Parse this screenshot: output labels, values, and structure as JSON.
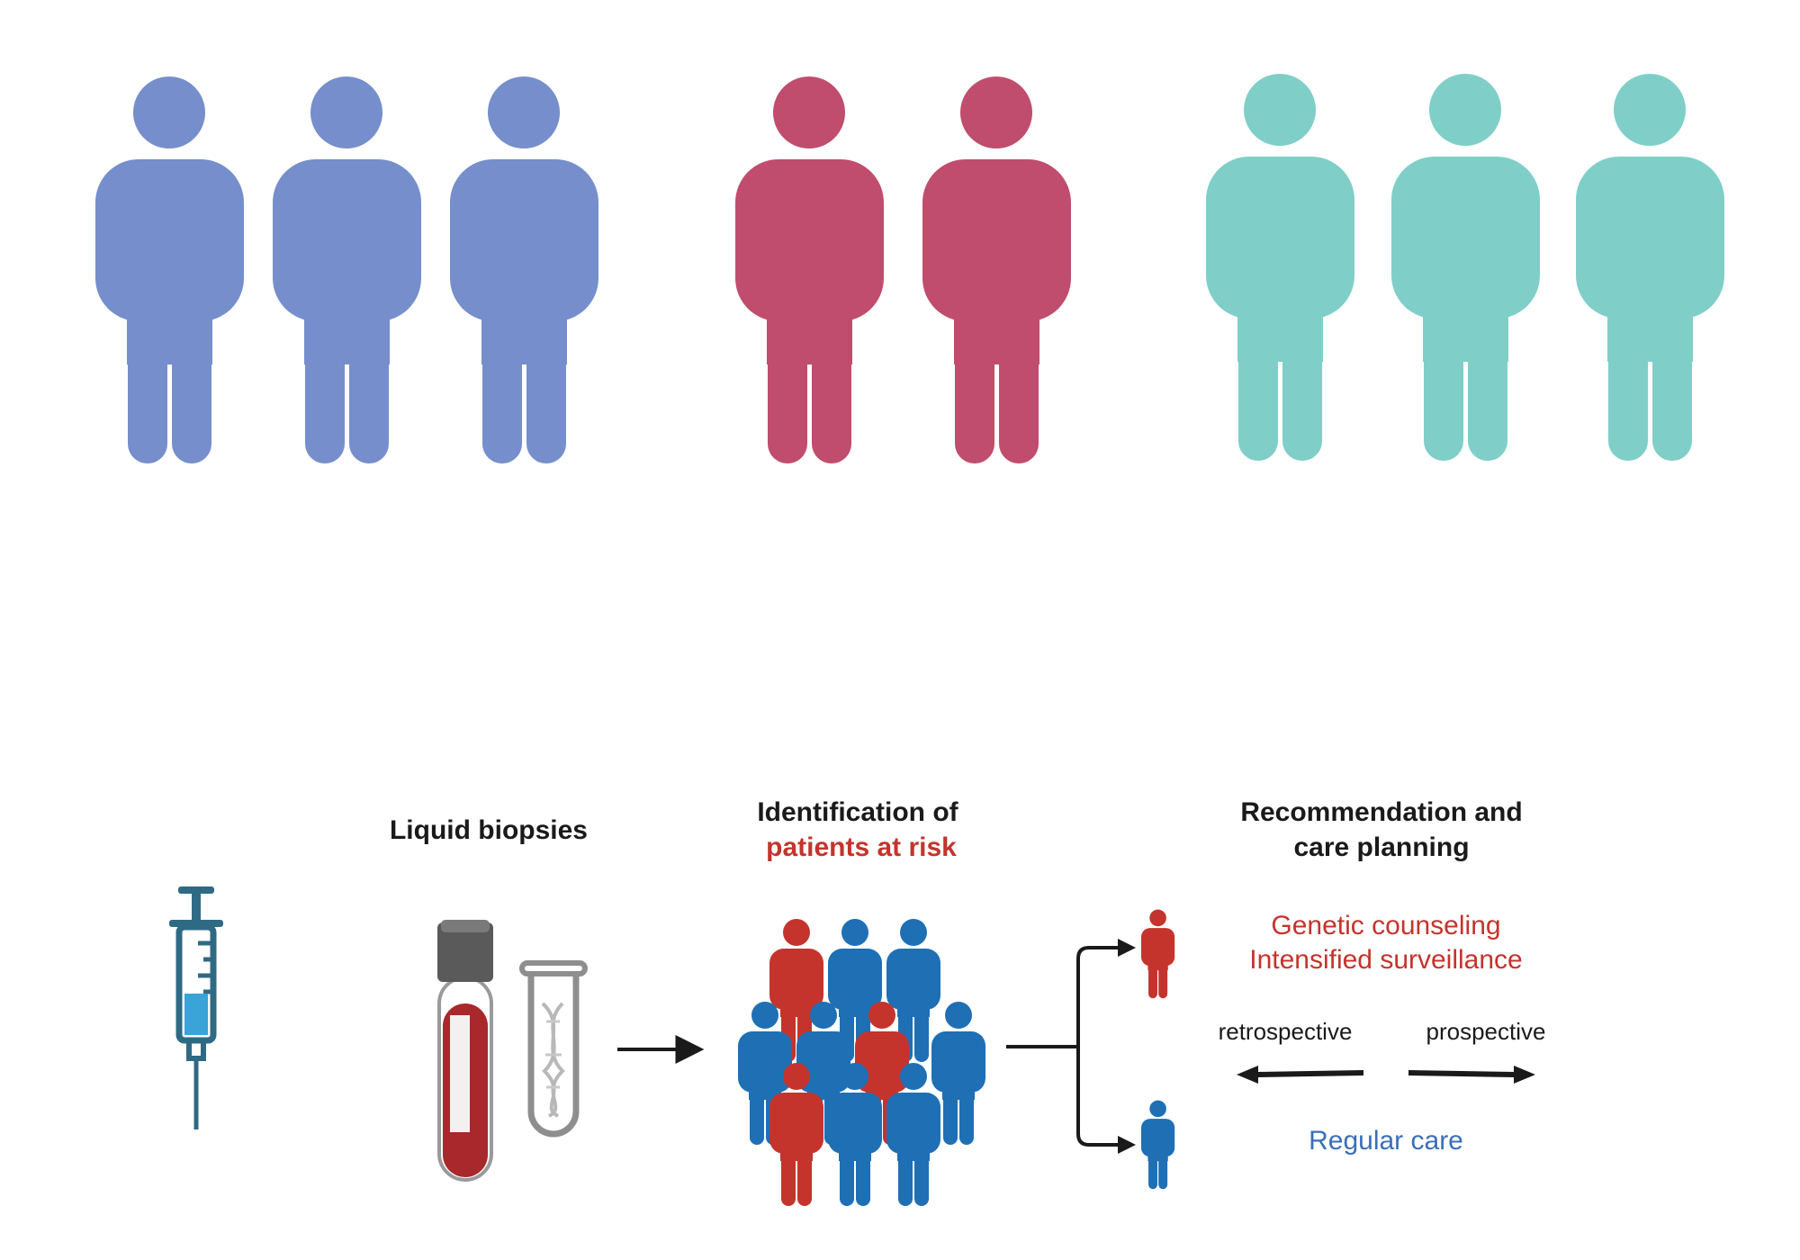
{
  "colors": {
    "group_a": "#768ecb",
    "group_b": "#c04d6d",
    "group_c": "#7fcfc8",
    "risk_red": "#c4342d",
    "care_blue": "#1f6fb5",
    "regular_blue": "#3a6fb8",
    "dark": "#1a1a1a",
    "syringe": "#2f6a84",
    "syringe_fill": "#3aa3d8",
    "tube_cap": "#5a5a5a",
    "blood": "#a8282c",
    "tube_gray": "#8e8e8e"
  },
  "top_groups": [
    {
      "name": "group-a",
      "count": 3
    },
    {
      "name": "group-b",
      "count": 2
    },
    {
      "name": "group-c",
      "count": 3
    }
  ],
  "icons": {
    "syringe": "syringe-icon",
    "blood_tube": "blood-tube-icon",
    "dna_tube": "dna-tube-icon",
    "crowd": "patient-crowd-icon"
  },
  "labels": {
    "liquid_biopsies": "Liquid biopsies",
    "identification_line1": "Identification of",
    "identification_line2": "patients at risk",
    "recommendation_line1": "Recommendation and",
    "recommendation_line2": "care planning",
    "genetic_counseling": "Genetic counseling",
    "intensified_surveillance": "Intensified surveillance",
    "retrospective": "retrospective",
    "prospective": "prospective",
    "regular_care": "Regular care"
  }
}
